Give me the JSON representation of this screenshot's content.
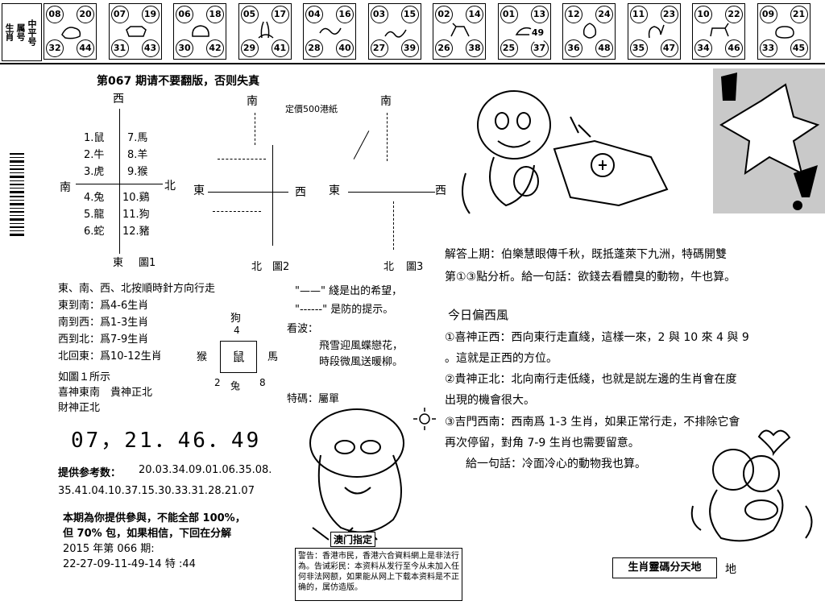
{
  "strip": {
    "label": [
      "生肖",
      "属号",
      "中平号"
    ],
    "cells": [
      {
        "tl": "08",
        "tr": "20",
        "bl": "32",
        "br": "44",
        "icon": "rat-icon"
      },
      {
        "tl": "07",
        "tr": "19",
        "bl": "31",
        "br": "43",
        "icon": "ox-icon"
      },
      {
        "tl": "06",
        "tr": "18",
        "bl": "30",
        "br": "42",
        "icon": "tiger-icon"
      },
      {
        "tl": "05",
        "tr": "17",
        "bl": "29",
        "br": "41",
        "icon": "rabbit-icon"
      },
      {
        "tl": "04",
        "tr": "16",
        "bl": "28",
        "br": "40",
        "icon": "dragon-icon"
      },
      {
        "tl": "03",
        "tr": "15",
        "bl": "27",
        "br": "39",
        "icon": "snake-icon"
      },
      {
        "tl": "02",
        "tr": "14",
        "bl": "26",
        "br": "38",
        "icon": "horse-icon"
      },
      {
        "tl": "01",
        "tr": "13",
        "bl": "25",
        "br": "37",
        "extra": "49",
        "icon": "goat-icon"
      },
      {
        "tl": "12",
        "tr": "24",
        "bl": "36",
        "br": "48",
        "icon": "monkey-icon"
      },
      {
        "tl": "11",
        "tr": "23",
        "bl": "35",
        "br": "47",
        "icon": "rooster-icon"
      },
      {
        "tl": "10",
        "tr": "22",
        "bl": "34",
        "br": "46",
        "icon": "dog-icon"
      },
      {
        "tl": "09",
        "tr": "21",
        "bl": "33",
        "br": "45",
        "icon": "pig-icon"
      }
    ]
  },
  "header": {
    "issue_text": "第067 期请不要翻版，否则失真",
    "price": "定價500港紙"
  },
  "fig1": {
    "west": "西",
    "east": "東",
    "south": "南",
    "north": "北",
    "caption": "圖1",
    "items_left": [
      "1.鼠",
      "2.牛",
      "3.虎",
      "4.兔",
      "5.龍",
      "6.蛇"
    ],
    "items_right": [
      "7.馬",
      "8.羊",
      "9.猴",
      "10.鷄",
      "11.狗",
      "12.豬"
    ]
  },
  "fig2": {
    "south": "南",
    "east": "東",
    "west": "西",
    "north": "北",
    "caption": "圖2"
  },
  "fig3": {
    "south": "南",
    "east": "東",
    "west": "西",
    "north": "北",
    "caption": "圖3"
  },
  "rules": {
    "intro": "東、南、西、北按順時針方向行走",
    "lines": [
      "東到南：爲4-6生肖",
      "南到西：爲1-3生肖",
      "西到北：爲7-9生肖",
      "北回東：爲10-12生肖"
    ],
    "fig_ref": "如圖１所示",
    "gods1": "喜神東南　貴神正北",
    "gods2": "財神正北"
  },
  "legend": {
    "solid": "\"——\" 綫是出的希望，",
    "dashed": "\"------\" 是防的提示。"
  },
  "poem": {
    "label": "看波：",
    "line1": "飛雪迎風蝶戀花，",
    "line2": "時段微風送暖柳。"
  },
  "compass": {
    "top": "狗",
    "top_num": "4",
    "left": "猴",
    "center": "鼠",
    "right": "馬",
    "bottom_left": "2",
    "bottom": "兔",
    "bottom_right": "8"
  },
  "special": "特碼：屬單",
  "big_numbers": "07，21．46．49",
  "reference": {
    "label": "提供参考数：",
    "line1": "20.03.34.09.01.06.35.08.",
    "line2": "35.41.04.10.37.15.30.33.31.28.21.07"
  },
  "notice": {
    "line1": "本期為你提供參與，不能全部 100%，",
    "line2": "但 70% 包，如果相信，下回在分解",
    "line3": "2015 年第 066 期:",
    "line4": "22-27-09-11-49-14 特 :44"
  },
  "macau_tag": "澳门指定",
  "warning": "警告：香港市民，香港六合資料網上是非法行為。告诫彩民：本资料从发行至今从未加入任何非法网额，如果能从网上下载本资料是不正确的，属仿造版。",
  "answer": {
    "line1": "解答上期：伯樂慧眼傳千秋，既抵蓬萊下九洲，特碼開雙",
    "line2": "第①③點分析。給一句話：欲錢去看體臭的動物，牛也算。"
  },
  "today": {
    "title": "今日偏西風",
    "p1a": "①喜神正西：西向東行走直綫，這樣一來，2 與 10 來 4 與 9",
    "p1b": "。這就是正西的方位。",
    "p2a": "②貴神正北：北向南行走低綫，也就是説左邊的生肖會在度",
    "p2b": "出現的機會很大。",
    "p3a": "③吉門西南：西南爲 1-3 生肖，如果正常行走，不排除它會",
    "p3b": "再次停留，對角 7-9 生肖也需要留意。",
    "p4": "給一句話：冷面冷心的動物我也算。"
  },
  "footer": {
    "tag": "生肖靈碼分天地",
    "suffix": "地"
  }
}
